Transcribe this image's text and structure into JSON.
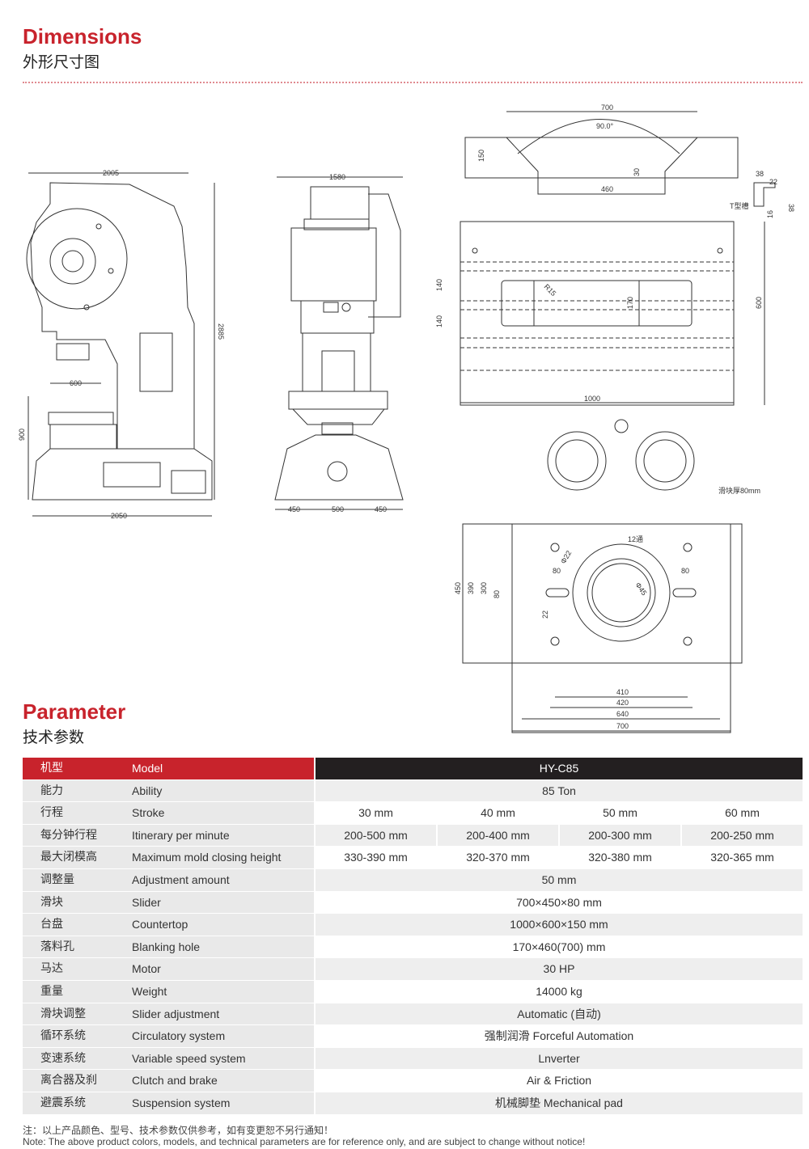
{
  "dimensions": {
    "title": "Dimensions",
    "subtitle": "外形尺寸图"
  },
  "parameter": {
    "title": "Parameter",
    "subtitle": "技术参数"
  },
  "drawing_labels": {
    "side_width": "2005",
    "side_height": "2885",
    "side_base": "2050",
    "side_600": "600",
    "side_900": "900",
    "front_width": "1580",
    "front_450a": "450",
    "front_500": "500",
    "front_450b": "450",
    "top_700": "700",
    "top_angle": "90.0°",
    "top_150": "150",
    "top_30": "30",
    "top_460": "460",
    "tslot_38a": "38",
    "tslot_22": "22",
    "tslot_38b": "38",
    "tslot_16": "16",
    "tslot_label": "T型槽",
    "table_140a": "140",
    "table_140b": "140",
    "table_r15": "R15",
    "table_170": "170",
    "table_600": "600",
    "table_1000": "1000",
    "slider_thick": "滑块厚80mm",
    "slider_12": "12通",
    "slider_phi22": "Φ22",
    "slider_80a": "80",
    "slider_80b": "80",
    "slider_phi45": "Φ45",
    "slider_450": "450",
    "slider_390": "390",
    "slider_300": "300",
    "slider_80c": "80",
    "slider_22": "22",
    "slider_410": "410",
    "slider_420": "420",
    "slider_640": "640",
    "slider_700": "700"
  },
  "table": {
    "header": {
      "cn": "机型",
      "en": "Model",
      "values": [
        "HY-C85"
      ]
    },
    "rows": [
      {
        "cn": "能力",
        "en": "Ability",
        "values": [
          "85 Ton"
        ]
      },
      {
        "cn": "行程",
        "en": "Stroke",
        "values": [
          "30 mm",
          "40 mm",
          "50 mm",
          "60 mm"
        ]
      },
      {
        "cn": "每分钟行程",
        "en": "Itinerary per minute",
        "values": [
          "200-500 mm",
          "200-400 mm",
          "200-300 mm",
          "200-250 mm"
        ]
      },
      {
        "cn": "最大闭模高度",
        "en": "Maximum mold closing height",
        "values": [
          "330-390 mm",
          "320-370 mm",
          "320-380 mm",
          "320-365 mm"
        ]
      },
      {
        "cn": "调整量",
        "en": "Adjustment amount",
        "values": [
          "50 mm"
        ]
      },
      {
        "cn": "滑块",
        "en": "Slider",
        "values": [
          "700×450×80 mm"
        ]
      },
      {
        "cn": "台盘",
        "en": "Countertop",
        "values": [
          "1000×600×150 mm"
        ]
      },
      {
        "cn": "落料孔",
        "en": "Blanking hole",
        "values": [
          "170×460(700) mm"
        ]
      },
      {
        "cn": "马达",
        "en": "Motor",
        "values": [
          "30 HP"
        ]
      },
      {
        "cn": "重量",
        "en": "Weight",
        "values": [
          "14000 kg"
        ]
      },
      {
        "cn": "滑块调整",
        "en": "Slider adjustment",
        "values": [
          "Automatic (自动)"
        ]
      },
      {
        "cn": "循环系统",
        "en": "Circulatory system",
        "values": [
          "强制润滑 Forceful Automation"
        ]
      },
      {
        "cn": "变速系统",
        "en": "Variable speed system",
        "values": [
          "Lnverter"
        ]
      },
      {
        "cn": "离合器及刹车",
        "en": "Clutch and brake",
        "values": [
          "Air & Friction"
        ]
      },
      {
        "cn": "避震系统",
        "en": "Suspension system",
        "values": [
          "机械脚垫 Mechanical pad"
        ]
      }
    ]
  },
  "notes": {
    "cn": "注：以上产品颜色、型号、技术参数仅供参考，如有变更恕不另行通知！",
    "en": "Note: The above product colors, models, and technical parameters are for reference only, and are subject to change without notice!"
  },
  "colors": {
    "accent_red": "#c8232c",
    "header_dark": "#231f20"
  }
}
